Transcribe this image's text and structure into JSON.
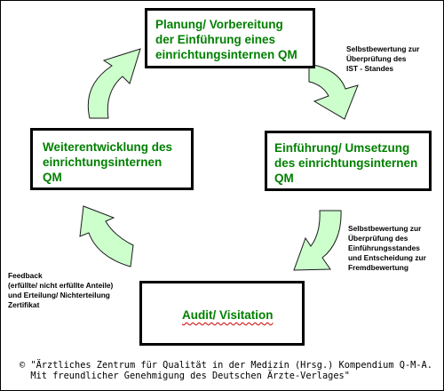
{
  "nodes": {
    "planning": "Planung/ Vorbereitung\nder Einführung eines\neinrichtungsinternen QM",
    "implementation": "Einführung/ Umsetzung\ndes einrichtungsinternen\nQM",
    "audit": "Audit/ Visitation",
    "development": "Weiterentwicklung des\neinrichtungsinternen\nQM"
  },
  "notes": {
    "self_assessment_1": "Selbstbewertung zur\nÜberprüfung des\nIST - Standes",
    "self_assessment_2": "Selbstbewertung zur\nÜberprüfung des\nEinführungsstandes\nund Entscheidung zur\nFremdbewertung",
    "feedback": "Feedback\n(erfüllte/ nicht erfüllte Anteile)\nund Erteilung/ Nichterteilung\nZertifikat"
  },
  "copyright": {
    "line1": "© \"Ärztliches Zentrum für Qualität in der Medizin (Hrsg.) Kompendium Q-M-A.",
    "line2": "  Mit freundlicher Genehmigung des Deutschen Ärzte-Verlages\""
  },
  "colors": {
    "node_text": "#008000",
    "arrow_fill": "#ccffcc",
    "arrow_stroke": "#1a1a1a"
  }
}
